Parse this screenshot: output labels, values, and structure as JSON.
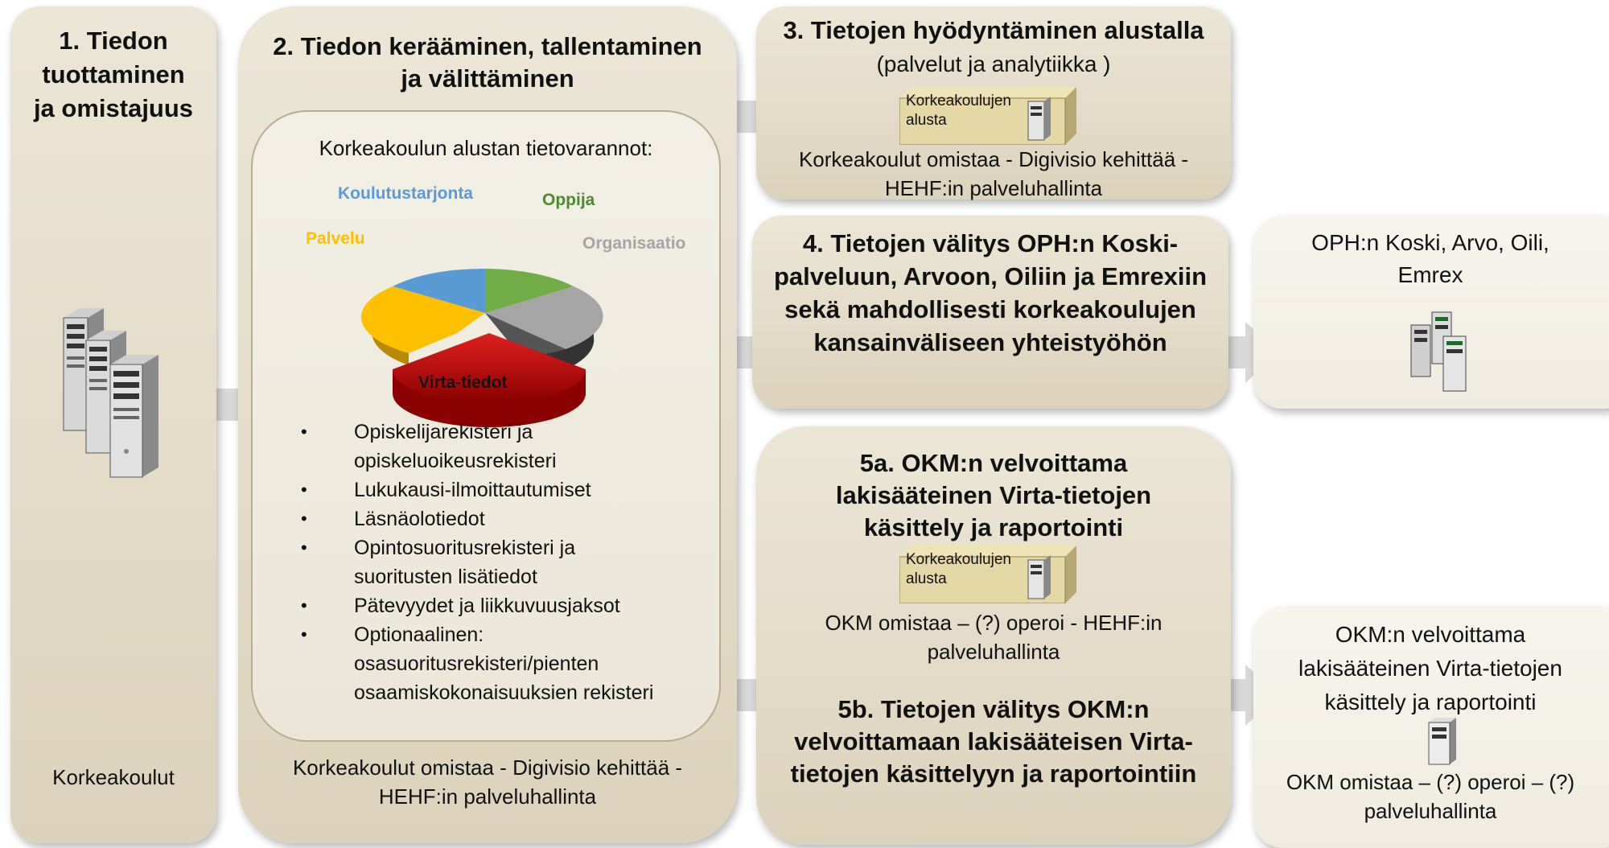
{
  "col1": {
    "title_lines": [
      "1. Tiedon",
      "tuottaminen",
      "ja omistajuus"
    ],
    "footer": "Korkeakoulut",
    "icon": "server-stack-icon"
  },
  "col2": {
    "title_lines": [
      "2. Tiedon kerääminen, tallentaminen",
      "ja välittäminen"
    ],
    "inner_heading": "Korkeakoulun alustan tietovarannot:",
    "pie_labels": {
      "koulutustarjonta": "Koulutustarjonta",
      "oppija": "Oppija",
      "organisaatio": "Organisaatio",
      "palvelu": "Palvelu",
      "virta": "Virta-tiedot"
    },
    "pie_colors": {
      "koulutustarjonta": "#5b9bd5",
      "oppija": "#70ad47",
      "organisaatio": "#a5a5a5",
      "palvelu": "#ffc000",
      "virta": "#c00000"
    },
    "bullets": [
      [
        "Opiskelijarekisteri ja",
        "opiskeluoikeusrekisteri"
      ],
      [
        "Lukukausi-ilmoittautumiset"
      ],
      [
        "Läsnäolotiedot"
      ],
      [
        "Opintosuoritusrekisteri ja",
        "suoritusten lisätiedot"
      ],
      [
        "Pätevyydet ja liikkuvuusjaksot"
      ],
      [
        "Optionaalinen:",
        "osasuoritusrekisteri/pienten",
        "osaamiskokonaisuuksien  rekisteri"
      ]
    ],
    "footer_lines": [
      "Korkeakoulut  omistaa - Digivisio kehittää -",
      "HEHF:in palveluhallinta"
    ]
  },
  "col3": {
    "title": "3. Tietojen hyödyntäminen alustalla",
    "subtitle": "(palvelut ja analytiikka )",
    "server_label": "Korkeakoulujen alusta",
    "footer_lines": [
      "Korkeakoulut  omistaa - Digivisio kehittää -",
      "HEHF:in palveluhallinta"
    ]
  },
  "col4": {
    "title_lines": [
      "4. Tietojen välitys OPH:n Koski-",
      "palveluun, Arvoon, Oiliin ja Emrexiin",
      "sekä mahdollisesti korkeakoulujen",
      "kansainväliseen yhteistyöhön"
    ]
  },
  "col5": {
    "title_a_lines": [
      "5a. OKM:n velvoittama",
      "lakisääteinen Virta-tietojen",
      "käsittely ja raportointi"
    ],
    "server_label": "Korkeakoulujen alusta",
    "owner_lines": [
      "OKM omistaa – (?) operoi - HEHF:in",
      "palveluhallinta"
    ],
    "title_b_lines": [
      "5b. Tietojen välitys OKM:n",
      "velvoittamaan lakisääteisen Virta-",
      "tietojen käsittelyyn ja raportointiin"
    ]
  },
  "oph": {
    "lines": [
      "OPH:n Koski, Arvo, Oili,",
      "Emrex"
    ],
    "icon": "server-group-icon"
  },
  "okm": {
    "lines": [
      "OKM:n velvoittama",
      "lakisääteinen Virta-tietojen",
      "käsittely ja raportointi"
    ],
    "footer_lines": [
      "OKM omistaa – (?) operoi – (?)",
      "palveluhallinta"
    ],
    "icon": "server-icon"
  }
}
